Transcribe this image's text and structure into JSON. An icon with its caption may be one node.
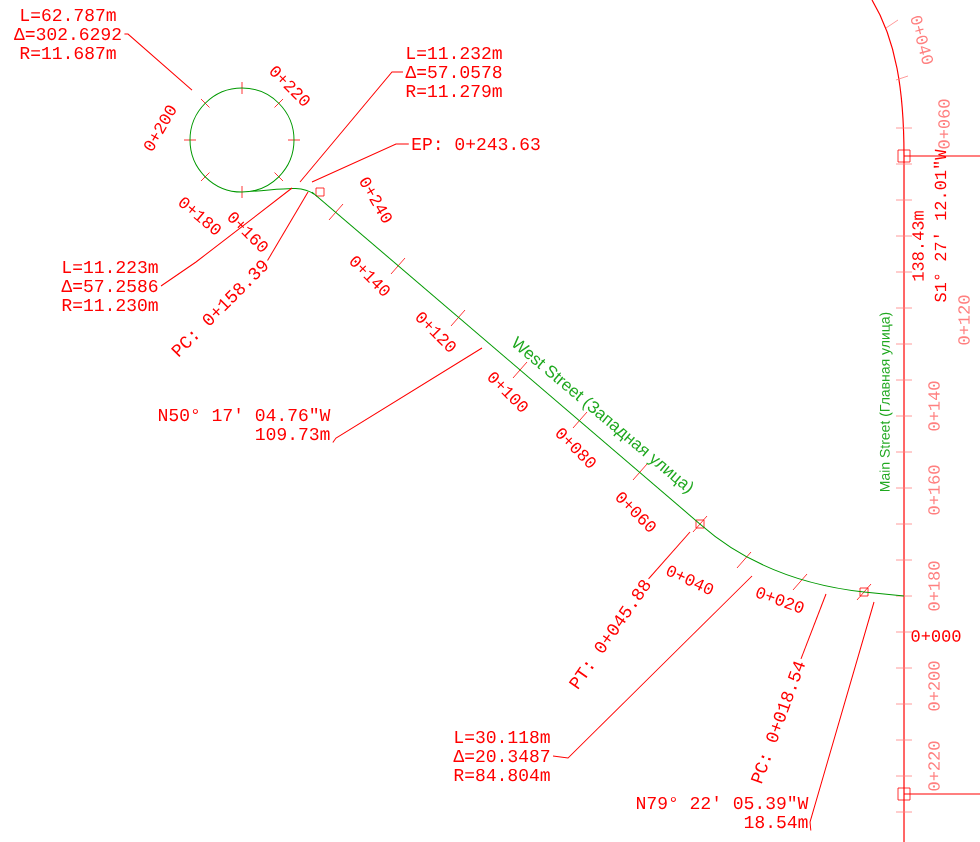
{
  "diagram": {
    "nodes": [
      {
        "text": [
          "L=62.787m",
          "Δ=302.6292",
          "R=11.687m"
        ]
      },
      {
        "text": [
          "L=11.232m",
          "Δ=57.0578",
          "R=11.279m"
        ]
      },
      {
        "text": [
          "EP: 0+243.63"
        ]
      },
      {
        "text": [
          "L=11.223m",
          "Δ=57.2586",
          "R=11.230m"
        ]
      },
      {
        "text": [
          "PC: 0+158.39"
        ]
      },
      {
        "text": [
          "N50° 17' 04.76\"W",
          "109.73m"
        ]
      },
      {
        "text": [
          "PT: 0+045.88"
        ]
      },
      {
        "text": [
          "L=30.118m",
          "Δ=20.3487",
          "R=84.804m"
        ]
      },
      {
        "text": [
          "PC: 0+018.54"
        ]
      },
      {
        "text": [
          "N79° 22' 05.39\"W",
          "18.54m"
        ]
      },
      {
        "text": [],
        "shape": "circle"
      },
      {
        "text": [],
        "shape": "line"
      },
      {
        "text": [],
        "shape": "arc"
      }
    ],
    "edges": [
      {
        "from": 0,
        "to": 10,
        "arrow": "none"
      },
      {
        "from": 1,
        "to": 10,
        "arrow": "none"
      },
      {
        "from": 2,
        "to": 10,
        "arrow": "none"
      },
      {
        "from": 3,
        "to": 10,
        "arrow": "none"
      },
      {
        "from": 4,
        "to": 10,
        "arrow": "none"
      },
      {
        "from": 5,
        "to": 11,
        "arrow": "none"
      },
      {
        "from": 6,
        "to": 12,
        "arrow": "none"
      },
      {
        "from": 7,
        "to": 12,
        "arrow": "none"
      },
      {
        "from": 8,
        "to": 12,
        "arrow": "none"
      },
      {
        "from": 9,
        "to": 12,
        "arrow": "none"
      }
    ],
    "labels": [
      "0+220",
      "0+200",
      "0+240",
      "0+180",
      "0+160",
      "0+140",
      "0+120",
      "0+100",
      "West Street (Западная улица)",
      "0+080",
      "0+060",
      "0+040",
      "0+020",
      "0+000",
      "0+040",
      "0+060",
      "138.43m",
      "S1° 27' 12.01\"W",
      "0+120",
      "Main Street (Главная улица)",
      "0+140",
      "0+160",
      "0+180",
      "0+200",
      "0+220"
    ]
  }
}
